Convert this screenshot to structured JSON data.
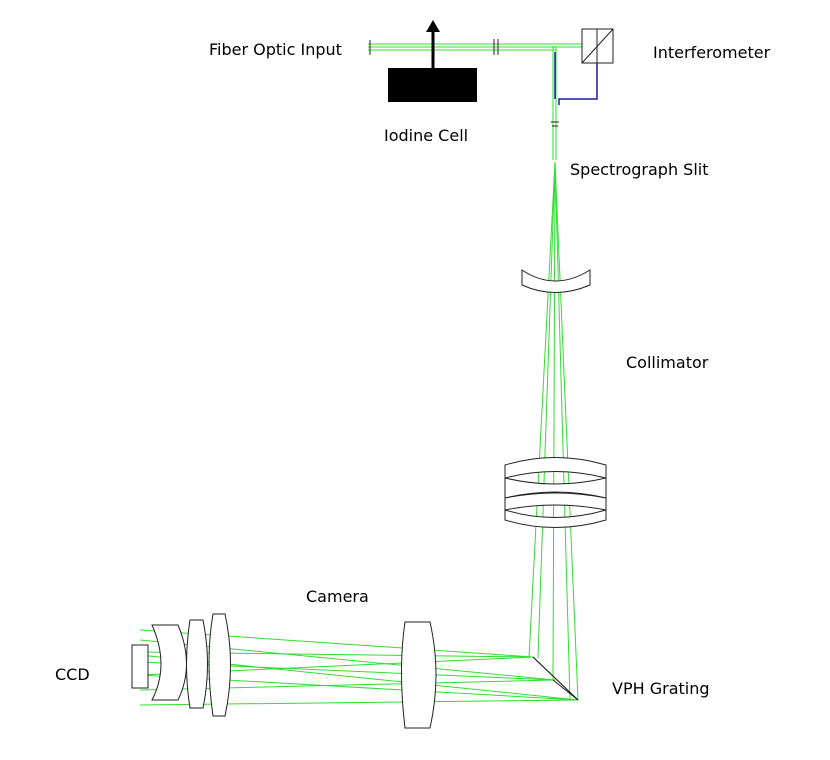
{
  "labels": {
    "fiber": "Fiber Optic Input",
    "interferometer": "Interferometer",
    "iodine": "Iodine Cell",
    "slit": "Spectrograph Slit",
    "collimator": "Collimator",
    "camera": "Camera",
    "ccd": "CCD",
    "grating": "VPH Grating"
  },
  "colors": {
    "beam": "#33dd33",
    "interferometer_path": "#1a1aa0",
    "optics": "#222222",
    "iodine_cell": "#000000"
  }
}
